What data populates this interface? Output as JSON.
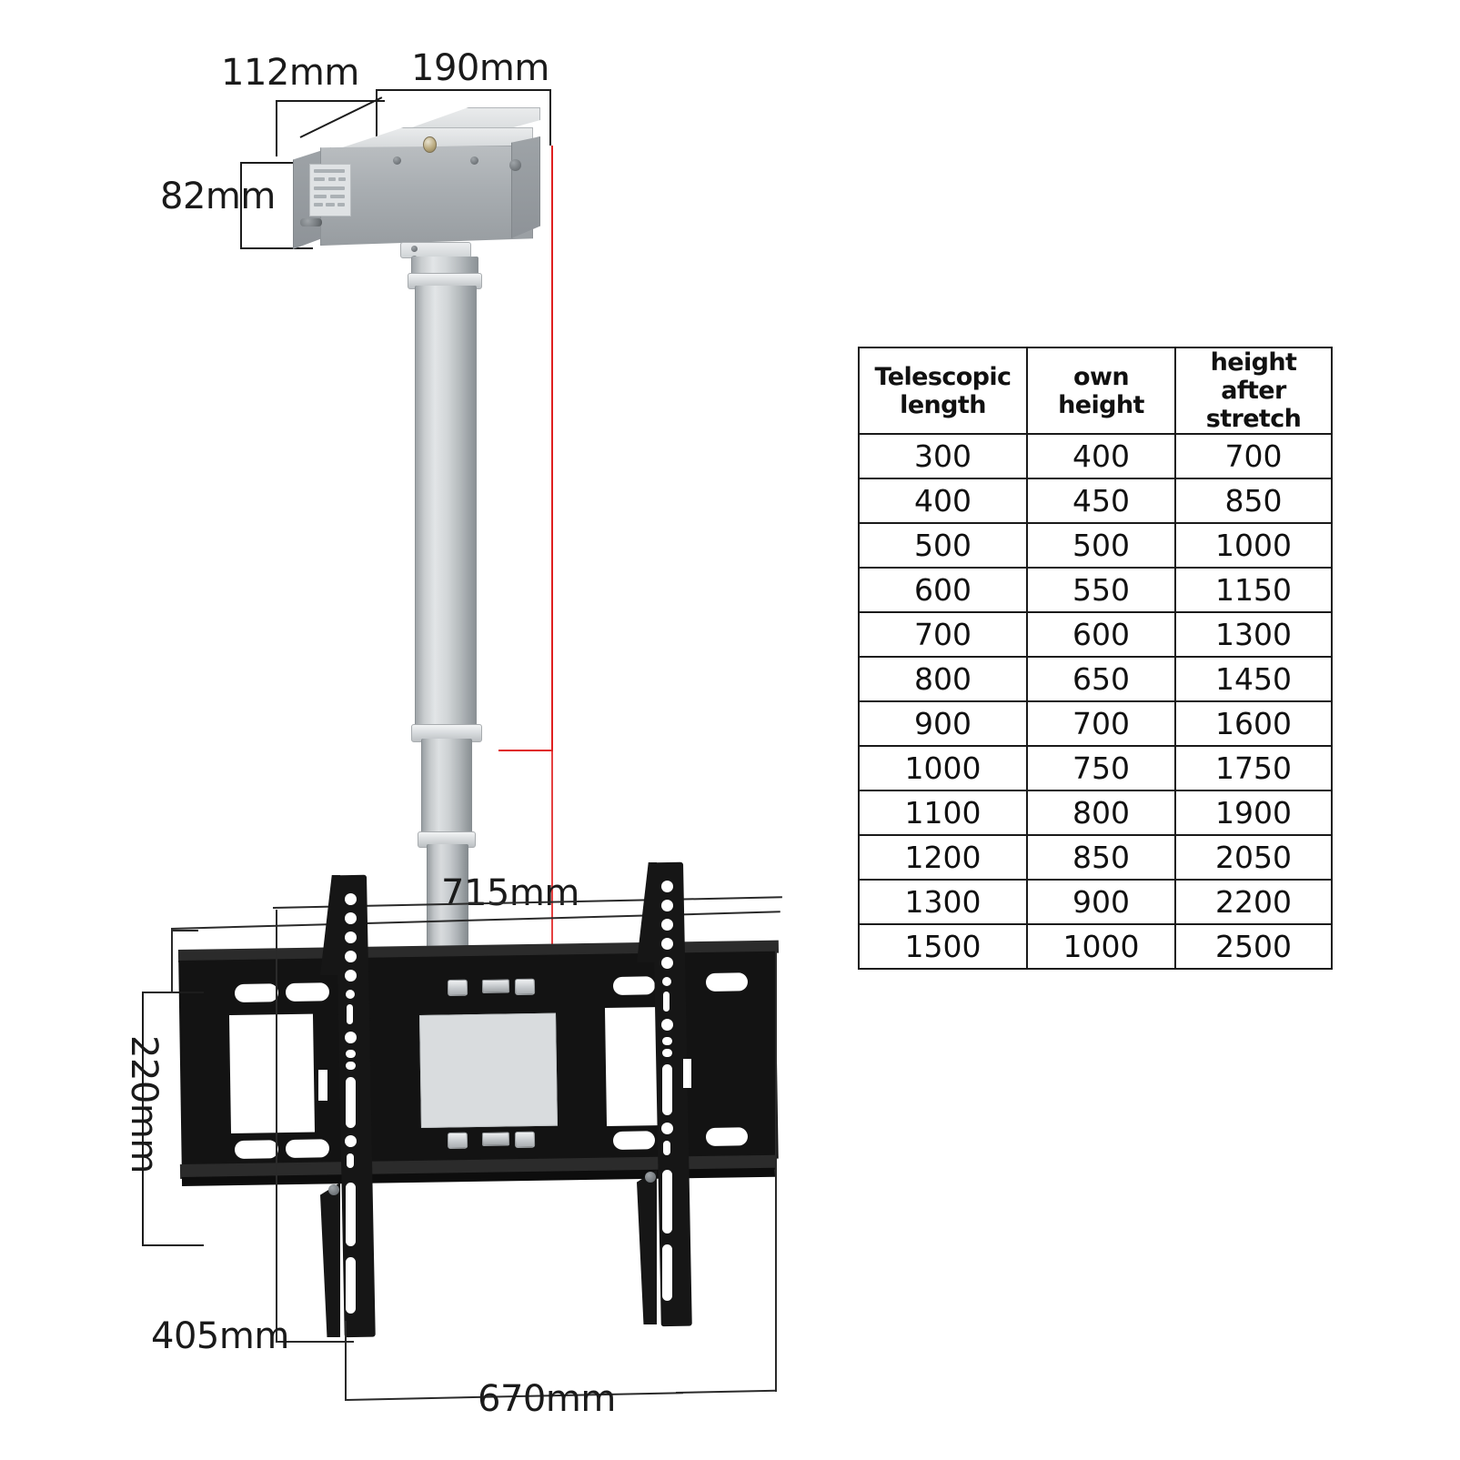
{
  "diagram": {
    "title": "Electric ceiling TV lift mount dimension drawing",
    "dimensions": {
      "box_depth": "112mm",
      "box_width": "190mm",
      "box_height": "82mm",
      "drop_length": "715mm",
      "bracket_height": "220mm",
      "bracket_depth": "405mm",
      "bracket_width": "670mm"
    },
    "colors": {
      "dimension_line": "#1c1c1c",
      "highlight_line": "#e02020",
      "bracket_black": "#131313",
      "metal_gray": "#c8ccce",
      "background": "#ffffff"
    },
    "parts": {
      "motor_housing": "motor-housing",
      "spec_label": "spec-label-plate",
      "telescopic_pole": "telescopic-pole",
      "tv_bracket": "tv-mount-bracket",
      "center_plate": "center-mounting-plate"
    }
  },
  "table": {
    "headers": [
      "Telescopic length",
      "own height",
      "height after stretch"
    ],
    "rows": [
      [
        "300",
        "400",
        "700"
      ],
      [
        "400",
        "450",
        "850"
      ],
      [
        "500",
        "500",
        "1000"
      ],
      [
        "600",
        "550",
        "1150"
      ],
      [
        "700",
        "600",
        "1300"
      ],
      [
        "800",
        "650",
        "1450"
      ],
      [
        "900",
        "700",
        "1600"
      ],
      [
        "1000",
        "750",
        "1750"
      ],
      [
        "1100",
        "800",
        "1900"
      ],
      [
        "1200",
        "850",
        "2050"
      ],
      [
        "1300",
        "900",
        "2200"
      ],
      [
        "1500",
        "1000",
        "2500"
      ]
    ]
  },
  "chart_data": {
    "type": "table",
    "title": "Telescopic lift height specification",
    "columns": [
      "Telescopic length",
      "own height",
      "height after stretch"
    ],
    "units": "mm",
    "rows": [
      {
        "telescopic_length": 300,
        "own_height": 400,
        "height_after_stretch": 700
      },
      {
        "telescopic_length": 400,
        "own_height": 450,
        "height_after_stretch": 850
      },
      {
        "telescopic_length": 500,
        "own_height": 500,
        "height_after_stretch": 1000
      },
      {
        "telescopic_length": 600,
        "own_height": 550,
        "height_after_stretch": 1150
      },
      {
        "telescopic_length": 700,
        "own_height": 600,
        "height_after_stretch": 1300
      },
      {
        "telescopic_length": 800,
        "own_height": 650,
        "height_after_stretch": 1450
      },
      {
        "telescopic_length": 900,
        "own_height": 700,
        "height_after_stretch": 1600
      },
      {
        "telescopic_length": 1000,
        "own_height": 750,
        "height_after_stretch": 1750
      },
      {
        "telescopic_length": 1100,
        "own_height": 800,
        "height_after_stretch": 1900
      },
      {
        "telescopic_length": 1200,
        "own_height": 850,
        "height_after_stretch": 2050
      },
      {
        "telescopic_length": 1300,
        "own_height": 900,
        "height_after_stretch": 2200
      },
      {
        "telescopic_length": 1500,
        "own_height": 1000,
        "height_after_stretch": 2500
      }
    ]
  }
}
